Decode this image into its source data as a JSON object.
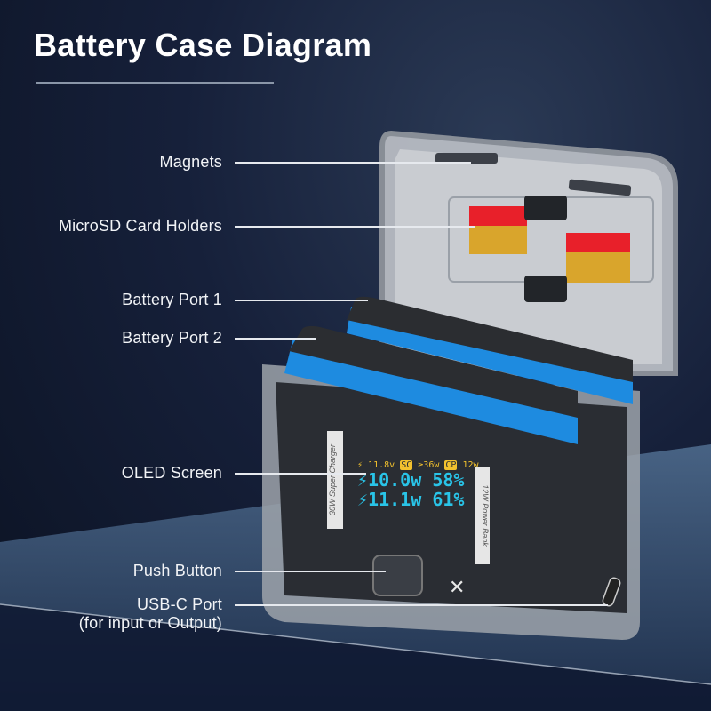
{
  "title": "Battery Case Diagram",
  "colors": {
    "background": "#0b1222",
    "label_text": "#f2f4f7",
    "leader_line": "#e6e9ee",
    "screen_cyan": "#29c4e8",
    "screen_yellow": "#f2c12e",
    "battery_blue": "#1e8be0",
    "sd_red": "#e8202a",
    "sd_gold": "#d9a52c"
  },
  "callouts": [
    {
      "id": "magnets",
      "label": "Magnets"
    },
    {
      "id": "microsd",
      "label": "MicroSD Card Holders"
    },
    {
      "id": "battery-port-1",
      "label": "Battery Port 1"
    },
    {
      "id": "battery-port-2",
      "label": "Battery Port 2"
    },
    {
      "id": "oled",
      "label": "OLED Screen"
    },
    {
      "id": "push-button",
      "label": "Push Button"
    },
    {
      "id": "usb-c",
      "label": "USB-C Port",
      "sublabel": "(for input or Output)"
    }
  ],
  "device": {
    "left_side_label": "30W Super Charger",
    "right_side_label": "12W Power Bank",
    "logo_glyph": "✕",
    "oled": {
      "voltage": "11.8v",
      "sc_badge": "SC",
      "sc_value": "≥36w",
      "cp_badge": "CP",
      "cp_value": "12w",
      "row1_power": "10.0w",
      "row1_percent": "58%",
      "row2_power": "11.1w",
      "row2_percent": "61%"
    }
  }
}
